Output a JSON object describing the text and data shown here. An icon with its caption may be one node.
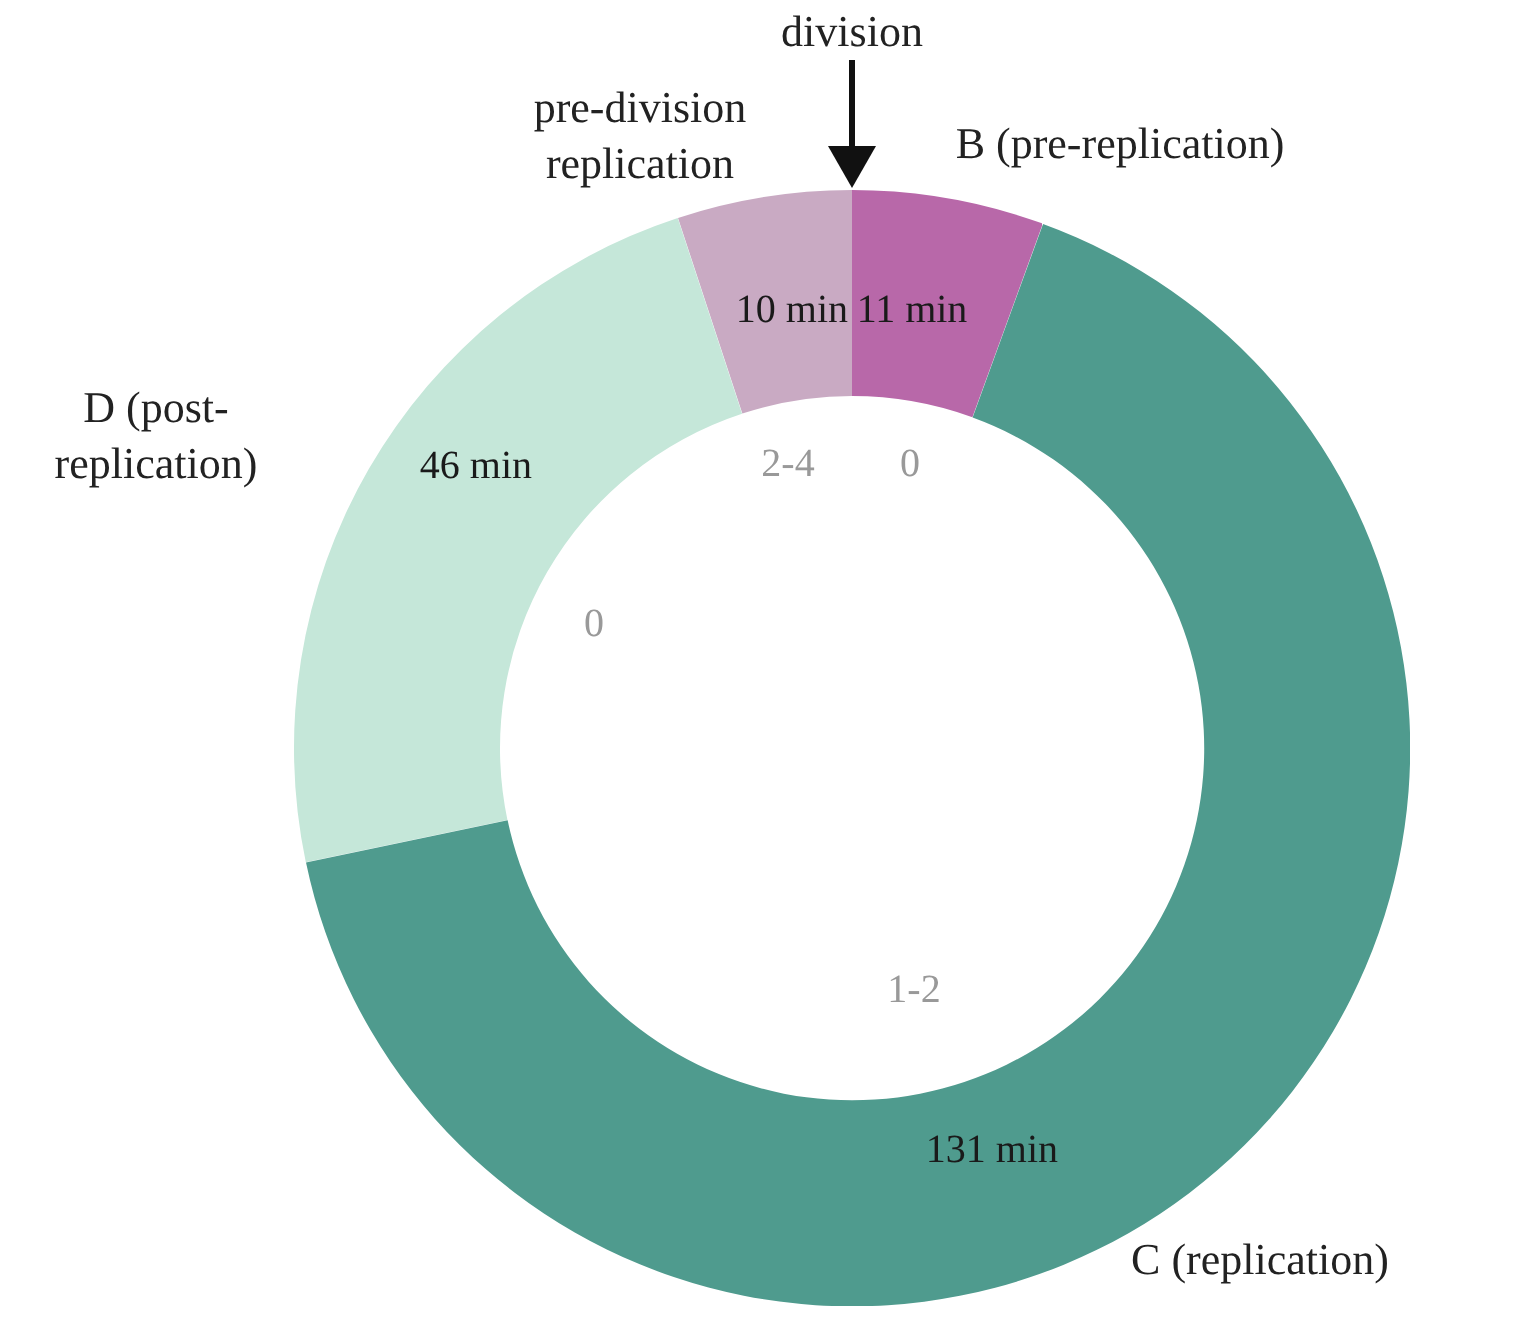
{
  "diagram": {
    "nodes": [
      {
        "text": [
          "division"
        ]
      },
      {
        "text": [
          "10 min"
        ],
        "beside": [
          "pre-division replication"
        ]
      },
      {
        "text": [
          "11 min"
        ],
        "beside": [
          "B (pre-replication)"
        ]
      },
      {
        "text": [
          "46 min"
        ],
        "beside": [
          "D (post-replication)"
        ]
      },
      {
        "text": [
          "131 min"
        ],
        "beside": [
          "C (replication)"
        ]
      }
    ],
    "edges": [
      {
        "from": 0,
        "to": 1,
        "arrow": "to"
      }
    ],
    "labels": [
      "2-4",
      "0",
      "0",
      "1-2"
    ]
  }
}
